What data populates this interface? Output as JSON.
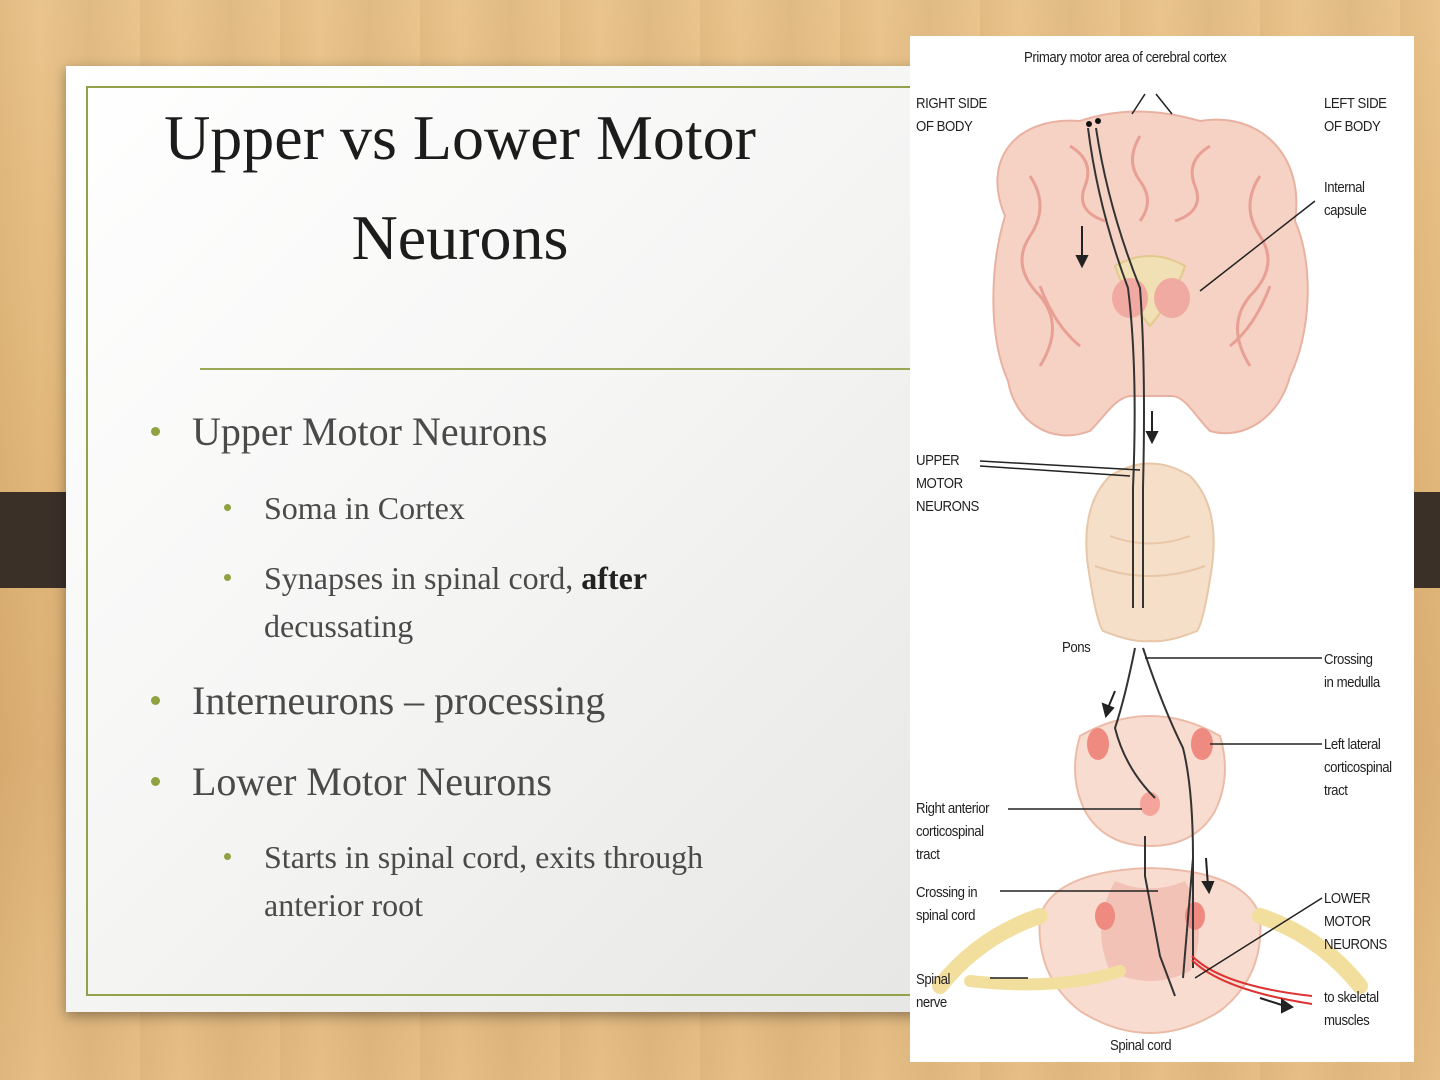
{
  "slide": {
    "title_line1": "Upper vs Lower Motor",
    "title_line2": "Neurons",
    "bullets": {
      "upper": "Upper Motor Neurons",
      "upper_sub1": "Soma in Cortex",
      "upper_sub2_pre": "Synapses in spinal cord, ",
      "upper_sub2_bold": "after",
      "upper_sub2_line2": "decussating",
      "inter": "Interneurons – processing",
      "lower": "Lower Motor Neurons",
      "lower_sub1_line1": "Starts in spinal cord, exits through",
      "lower_sub1_line2": "anterior root"
    }
  },
  "diagram": {
    "primary_motor": "Primary motor area of cerebral cortex",
    "right_side_1": "RIGHT SIDE",
    "right_side_2": "OF BODY",
    "left_side_1": "LEFT SIDE",
    "left_side_2": "OF BODY",
    "internal_1": "Internal",
    "internal_2": "capsule",
    "umn_1": "UPPER",
    "umn_2": "MOTOR",
    "umn_3": "NEURONS",
    "pons": "Pons",
    "crossing_med_1": "Crossing",
    "crossing_med_2": "in medulla",
    "llct_1": "Left lateral",
    "llct_2": "corticospinal",
    "llct_3": "tract",
    "ract_1": "Right anterior",
    "ract_2": "corticospinal",
    "ract_3": "tract",
    "crossing_sc_1": "Crossing in",
    "crossing_sc_2": "spinal cord",
    "lmn_1": "LOWER",
    "lmn_2": "MOTOR",
    "lmn_3": "NEURONS",
    "spinal_nerve_1": "Spinal",
    "spinal_nerve_2": "nerve",
    "skeletal_1": "to skeletal",
    "skeletal_2": "muscles",
    "spinal_cord": "Spinal cord"
  },
  "colors": {
    "accent": "#8fa241",
    "tissue": "#f6d2c4",
    "tissue_dark": "#e9a094"
  }
}
